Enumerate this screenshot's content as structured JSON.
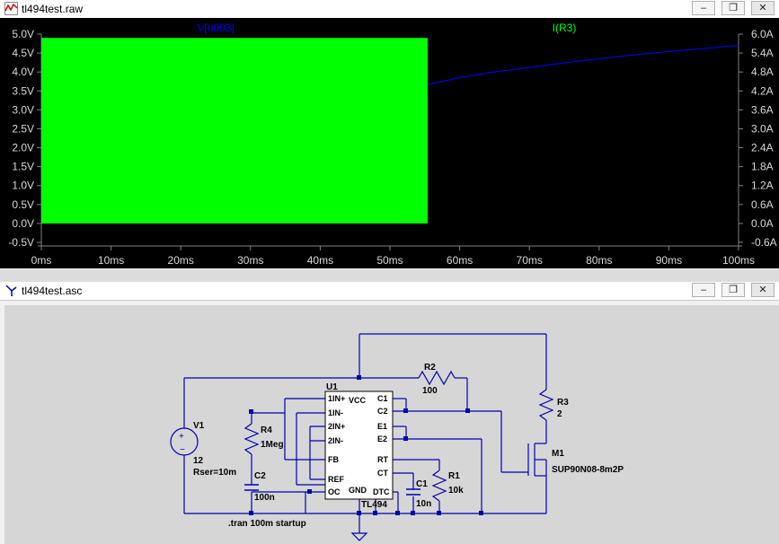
{
  "plot_window": {
    "title": "tl494test.raw",
    "controls": {
      "minimize": "–",
      "restore": "❐",
      "close": "✕"
    }
  },
  "schematic_window": {
    "title": "tl494test.asc",
    "controls": {
      "minimize": "–",
      "restore": "❐",
      "close": "✕"
    }
  },
  "chart_data": {
    "type": "line",
    "series": [
      {
        "name": "V[n003]",
        "color": "#0000ff",
        "axis": "left"
      },
      {
        "name": "I(R3)",
        "color": "#00ff00",
        "axis": "right"
      }
    ],
    "left_axis": {
      "ticks": [
        "5.0V",
        "4.5V",
        "4.0V",
        "3.5V",
        "3.0V",
        "2.5V",
        "2.0V",
        "1.5V",
        "1.0V",
        "0.5V",
        "0.0V",
        "-0.5V"
      ],
      "ylim": [
        -0.5,
        5.0
      ]
    },
    "right_axis": {
      "ticks": [
        "6.0A",
        "5.4A",
        "4.8A",
        "4.2A",
        "3.6A",
        "3.0A",
        "2.4A",
        "1.8A",
        "1.2A",
        "0.6A",
        "0.0A",
        "-0.6A"
      ],
      "ylim": [
        -0.6,
        6.0
      ]
    },
    "x_axis": {
      "ticks": [
        "0ms",
        "10ms",
        "20ms",
        "30ms",
        "40ms",
        "50ms",
        "60ms",
        "70ms",
        "80ms",
        "90ms",
        "100ms"
      ],
      "xlim": [
        0,
        100
      ]
    },
    "green_block": {
      "x_start": 0,
      "x_end": 55.4,
      "y_low": 0.0,
      "y_high": 4.9
    },
    "blue_curve": [
      [
        55.4,
        3.67
      ],
      [
        60,
        3.85
      ],
      [
        65,
        4.0
      ],
      [
        70,
        4.12
      ],
      [
        75,
        4.24
      ],
      [
        80,
        4.35
      ],
      [
        85,
        4.45
      ],
      [
        90,
        4.54
      ],
      [
        95,
        4.62
      ],
      [
        100,
        4.7
      ]
    ],
    "grid": false
  },
  "schematic": {
    "v1": {
      "name": "V1",
      "value": "12",
      "rser": "Rser=10m"
    },
    "r4": {
      "name": "R4",
      "value": "1Meg"
    },
    "c2": {
      "name": "C2",
      "value": "100n"
    },
    "u1": {
      "name": "U1",
      "part": "TL494",
      "pins_left": [
        "1IN+",
        "1IN-",
        "2IN+",
        "2IN-",
        "FB",
        "REF",
        "OC"
      ],
      "pins_right": [
        "C1",
        "C2",
        "E1",
        "E2",
        "RT",
        "CT",
        "DTC"
      ],
      "vcc": "VCC",
      "gnd": "GND"
    },
    "r2": {
      "name": "R2",
      "value": "100"
    },
    "r1": {
      "name": "R1",
      "value": "10k"
    },
    "c1": {
      "name": "C1",
      "value": "10n"
    },
    "r3": {
      "name": "R3",
      "value": "2"
    },
    "m1": {
      "name": "M1",
      "value": "SUP90N08-8m2P"
    },
    "directive": ".tran 100m startup"
  }
}
